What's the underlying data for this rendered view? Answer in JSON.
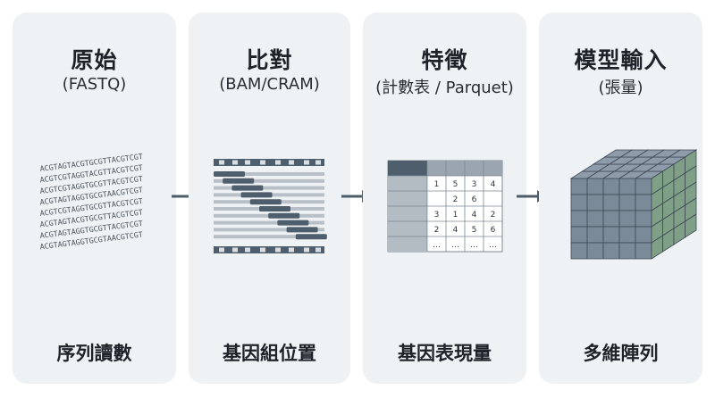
{
  "stages": [
    {
      "title": "原始",
      "subtitle": "(FASTQ)",
      "caption": "序列讀數"
    },
    {
      "title": "比對",
      "subtitle": "(BAM/CRAM)",
      "caption": "基因組位置"
    },
    {
      "title": "特徵",
      "subtitle": "(計數表 / Parquet)",
      "caption": "基因表現量"
    },
    {
      "title": "模型輸入",
      "subtitle": "(張量)",
      "caption": "多維陣列"
    }
  ],
  "reads": [
    "ACGTAGTACGTGCGTTACGTCGT",
    "ACGTCGTAGGTACGTTACGTCGT",
    "ACGTCGTAGGTGCGTTACGTCGT",
    "ACGTAGTAGGTGCGTAACGTCGT",
    "ACGTCGTAGGTGCGTTACGTCGT",
    "ACGTAGTACGTGCGTTACGTCGT",
    "ACGTAGTAGGTGCGTTACGTCGT",
    "ACGTAGTAGGTGCGTAACGTCGT"
  ],
  "matrix": [
    [
      "1",
      "5",
      "3",
      "4"
    ],
    [
      "",
      "2",
      "6",
      ""
    ],
    [
      "3",
      "1",
      "4",
      "2"
    ],
    [
      "2",
      "4",
      "5",
      "6"
    ],
    [
      "…",
      "…",
      "…",
      "…"
    ]
  ],
  "colors": {
    "panel": "#eef2f4",
    "arrow": "#4d5c69",
    "dark": "#4e5e6d",
    "gray": "#a5adb5",
    "cube_face": "#7b8a99",
    "cube_side": "#7f9f86"
  }
}
